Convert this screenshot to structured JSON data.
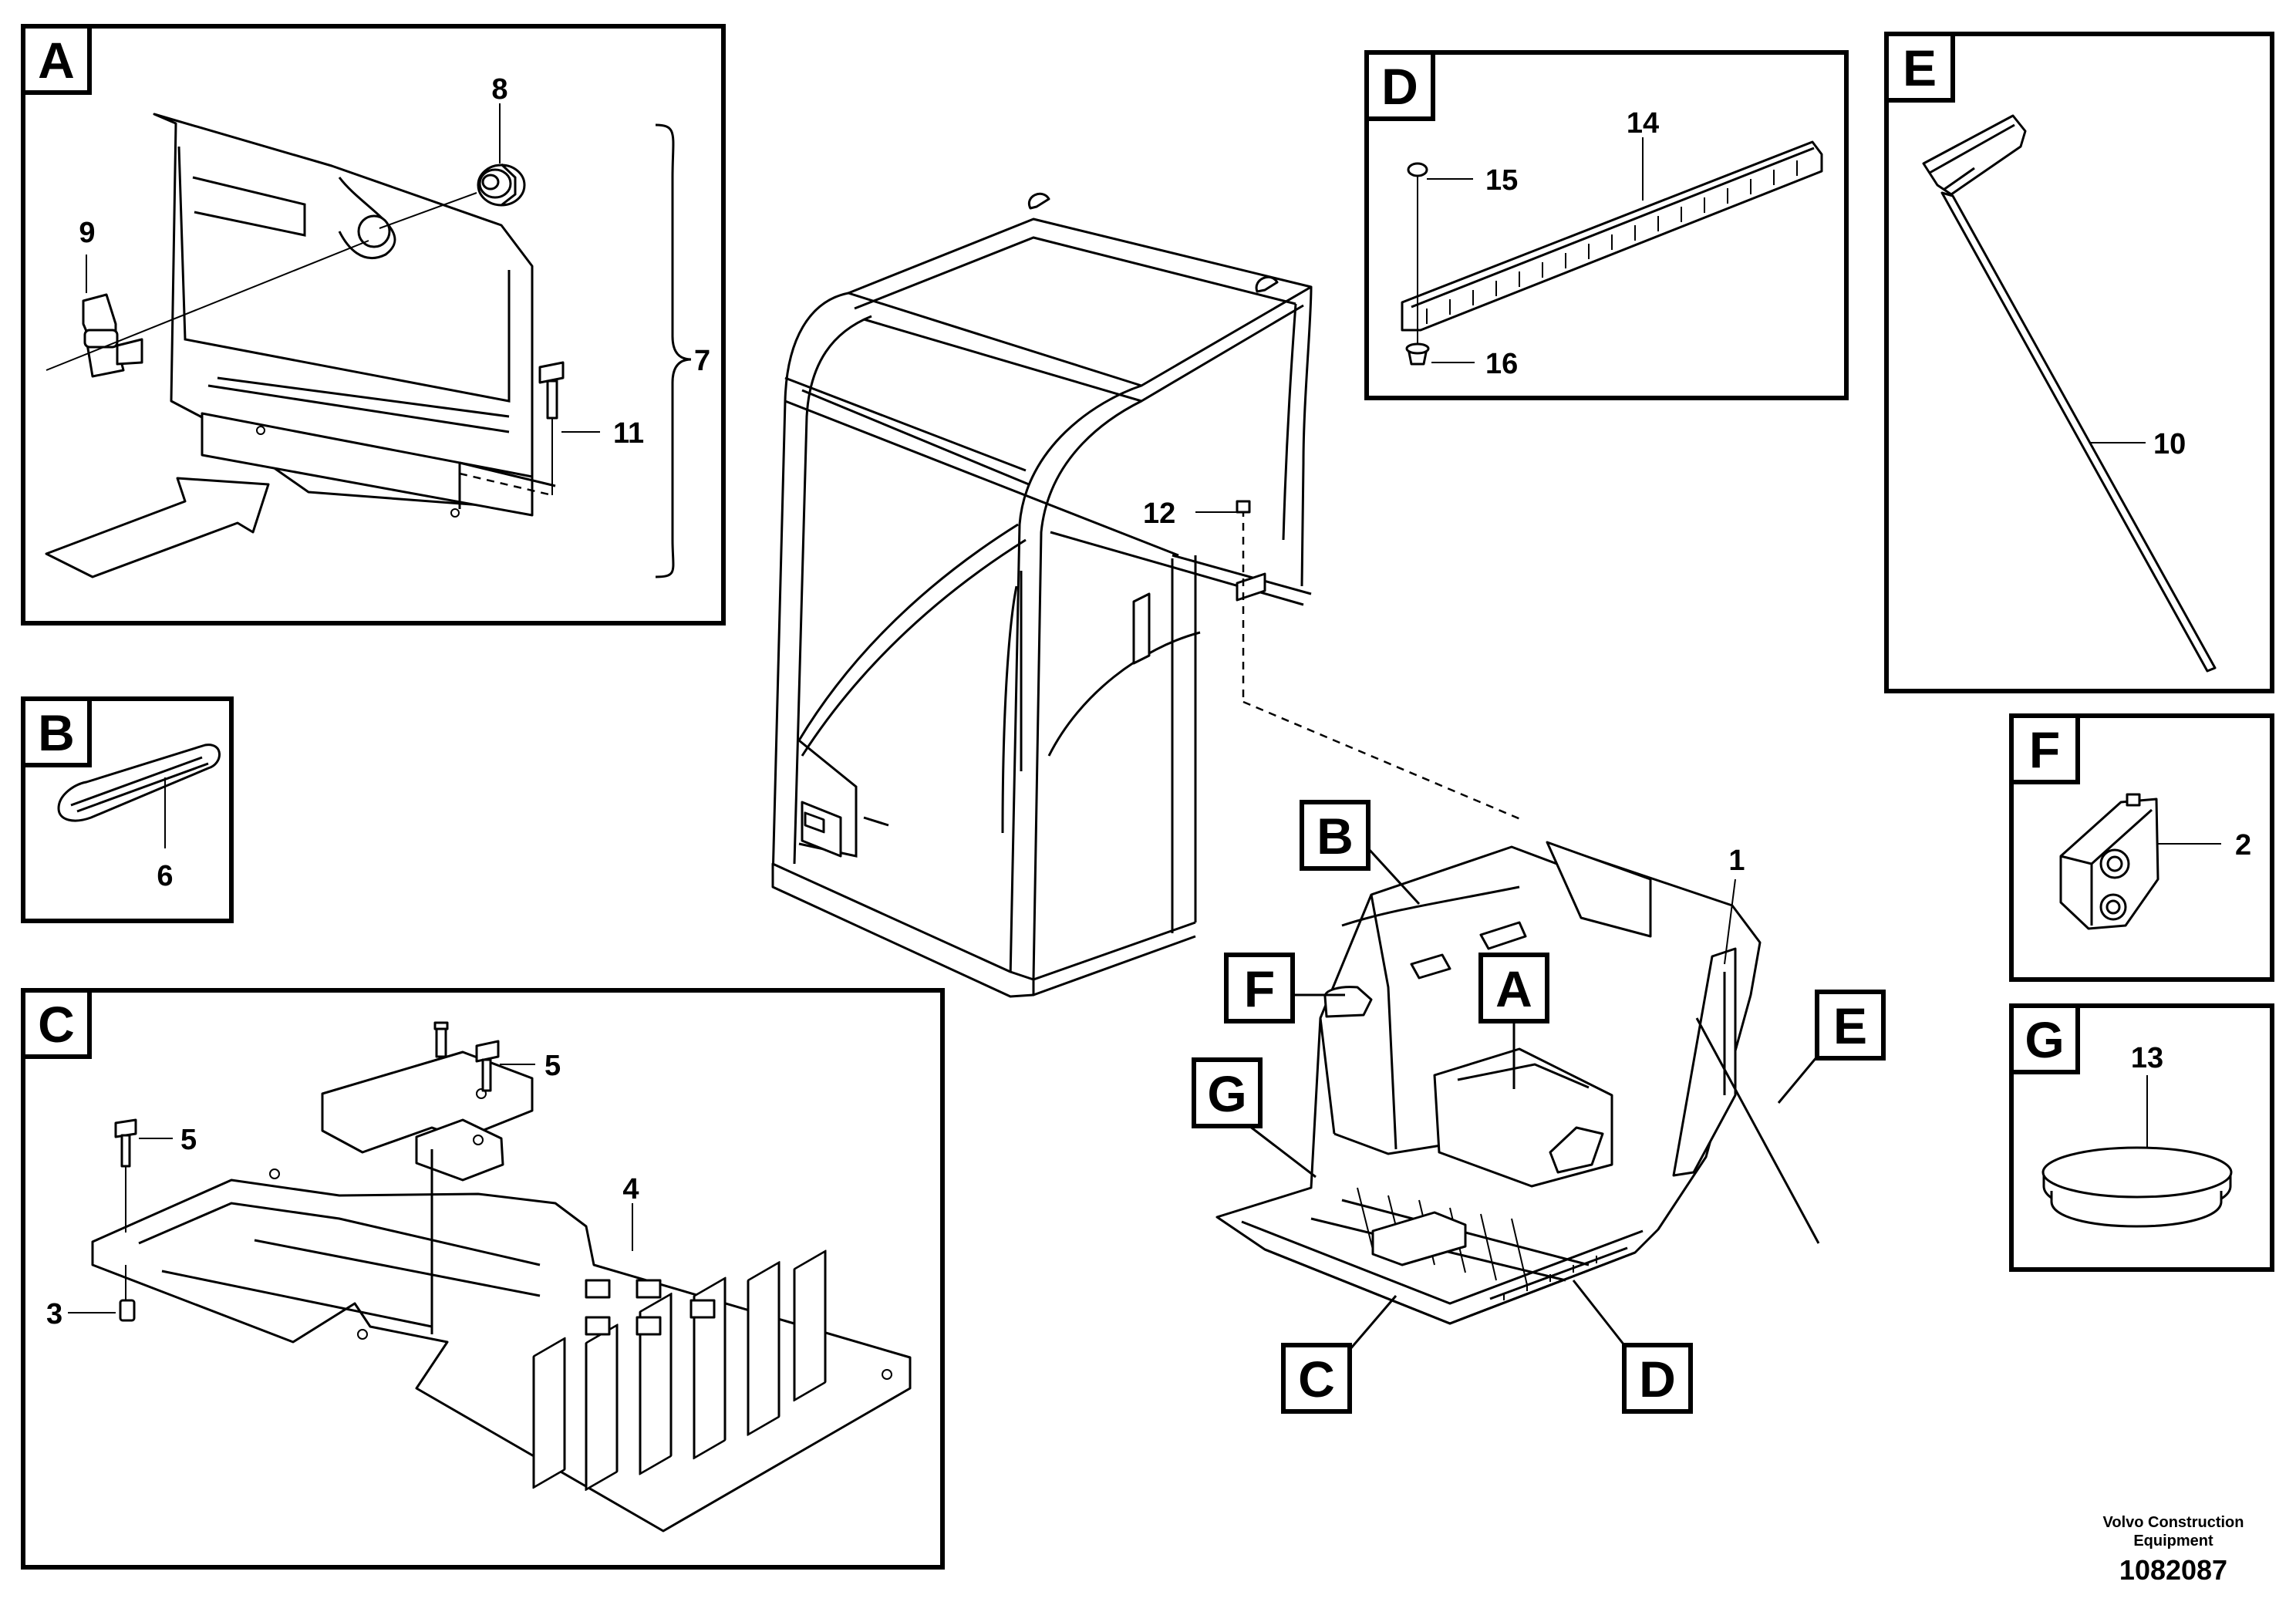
{
  "panels": {
    "A": {
      "label": "A"
    },
    "B": {
      "label": "B"
    },
    "C": {
      "label": "C"
    },
    "D": {
      "label": "D"
    },
    "E": {
      "label": "E"
    },
    "F": {
      "label": "F"
    },
    "G": {
      "label": "G"
    }
  },
  "callouts": {
    "c1": "1",
    "c2": "2",
    "c3": "3",
    "c4": "4",
    "c5a": "5",
    "c5b": "5",
    "c6": "6",
    "c7": "7",
    "c8": "8",
    "c9": "9",
    "c10": "10",
    "c11": "11",
    "c12": "12",
    "c13": "13",
    "c14": "14",
    "c15": "15",
    "c16": "16"
  },
  "footer": {
    "credit_line1": "Volvo Construction",
    "credit_line2": "Equipment",
    "doc_number": "1082087"
  }
}
